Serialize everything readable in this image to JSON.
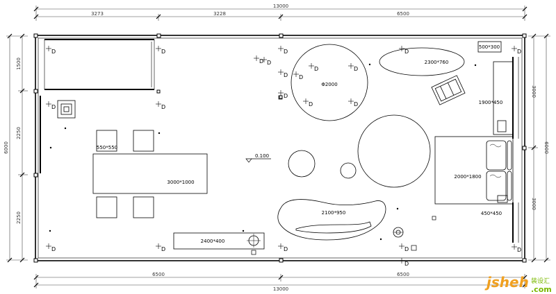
{
  "dimensions": {
    "top_total": "13000",
    "top_seg_1": "3273",
    "top_seg_2": "3228",
    "top_seg_3": "6500",
    "bottom_total": "13000",
    "bottom_seg_1": "6500",
    "bottom_seg_2": "6500",
    "left_total": "6000",
    "left_seg_1": "1500",
    "left_seg_2": "2250",
    "left_seg_3": "2250",
    "right_total": "6000",
    "right_seg_1": "3000",
    "right_seg_2": "3000"
  },
  "furniture_labels": {
    "table_small": "550*550",
    "table_long": "3000*1000",
    "round_table": "Φ2000",
    "oval_table": "2300*760",
    "sign_box": "500*300",
    "side_cabinet": "1900*450",
    "bed": "2000*1800",
    "nightstand": "450*450",
    "sofa": "2100*950",
    "counter": "2400*400"
  },
  "level_mark": "0.100",
  "downlight_label": "D",
  "watermark": {
    "brand": "jsheh",
    "suffix": ".com",
    "chinese": "装设汇",
    "brand_color": "#f0a020",
    "accent_color": "#7ab800"
  }
}
